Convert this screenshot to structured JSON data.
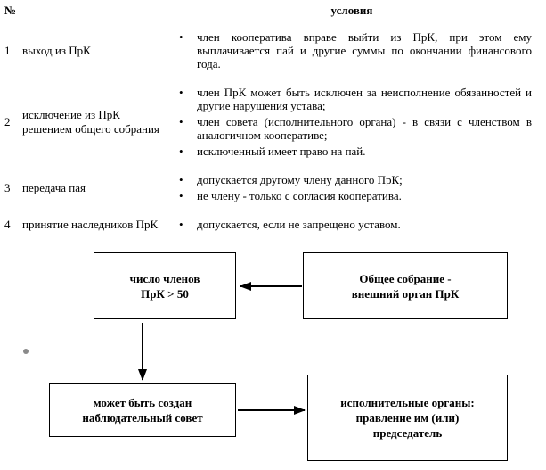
{
  "colors": {
    "text": "#000000",
    "box_border": "#000000",
    "arrow": "#000000",
    "stray_bullet": "#8a8a8a"
  },
  "table": {
    "bullet": "•",
    "header": {
      "no": "№",
      "conditions": "условия"
    },
    "rows": [
      {
        "num": "1",
        "label": "выход из ПрК",
        "items": [
          "член кооператива вправе выйти из ПрК, при этом ему выплачивается пай и другие суммы по окончании финансового года."
        ]
      },
      {
        "num": "2",
        "label": "исключение из ПрК решением общего собрания",
        "items": [
          "член ПрК может быть исключен за неисполнение обязанностей и другие нарушения устава;",
          "член совета (исполнительного органа) - в связи с членством в аналогичном кооперативе;",
          "исключенный имеет право на пай."
        ]
      },
      {
        "num": "3",
        "label": "передача пая",
        "items": [
          "допускается другому члену данного ПрК;",
          "не члену - только с согласия кооператива."
        ]
      },
      {
        "num": "4",
        "label": "принятие наследников ПрК",
        "items": [
          "допускается, если не запрещено уставом."
        ]
      }
    ]
  },
  "diagram": {
    "box_members": "число членов\nПрК > 50",
    "box_assembly": "Общее собрание -\nвнешний орган ПрК",
    "box_council": "может быть создан\nнаблюдательный совет",
    "box_executive": "исполнительные органы:\nправление им (или)\nпредседатель"
  }
}
